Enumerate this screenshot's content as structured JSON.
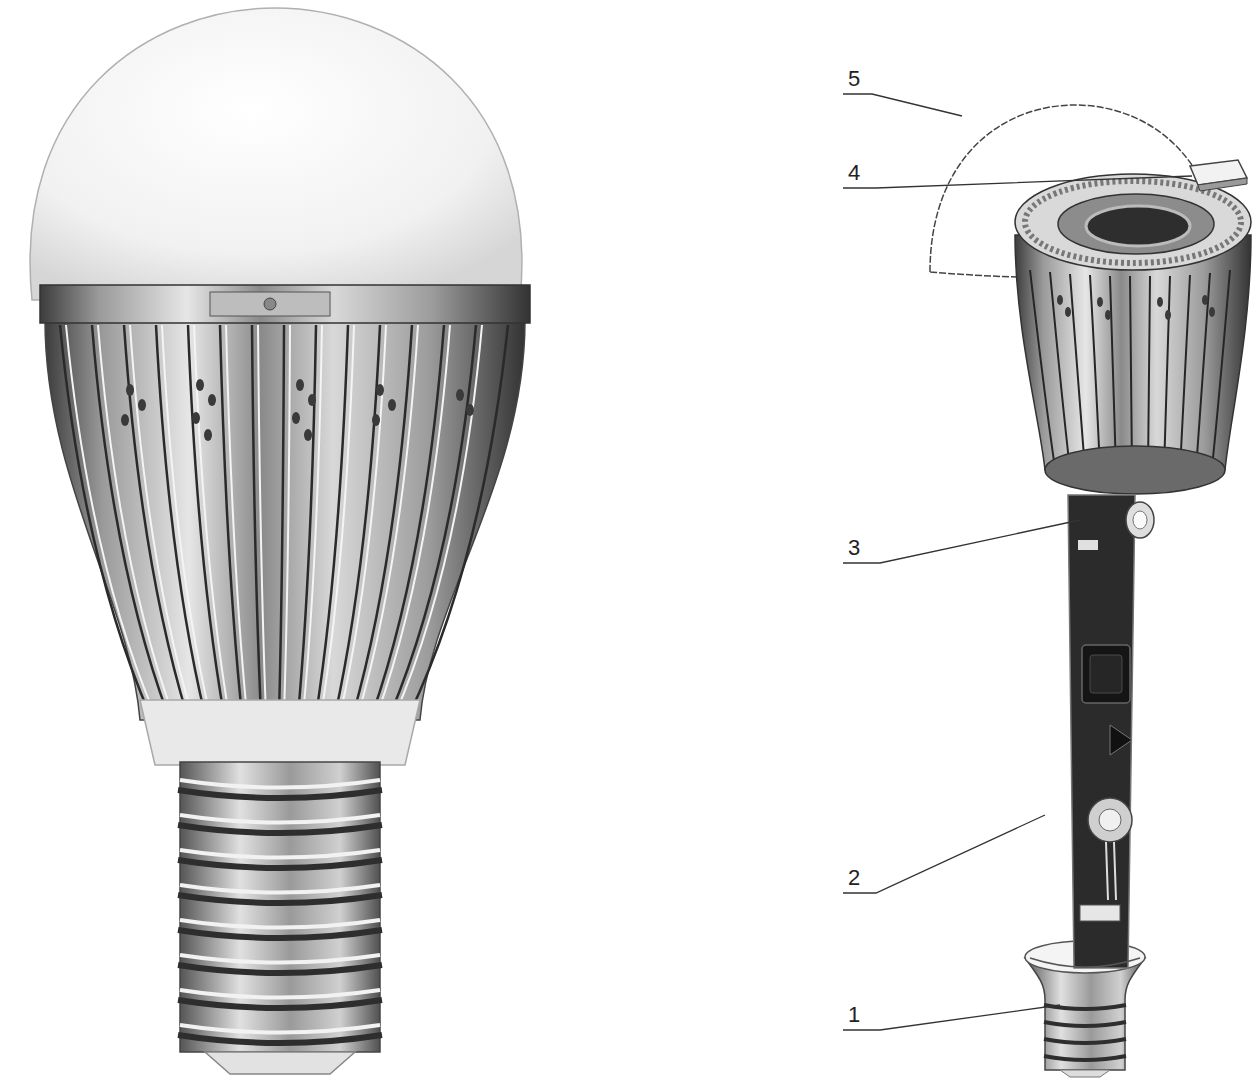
{
  "diagram": {
    "labels": [
      "5",
      "4",
      "3",
      "2",
      "1"
    ]
  }
}
